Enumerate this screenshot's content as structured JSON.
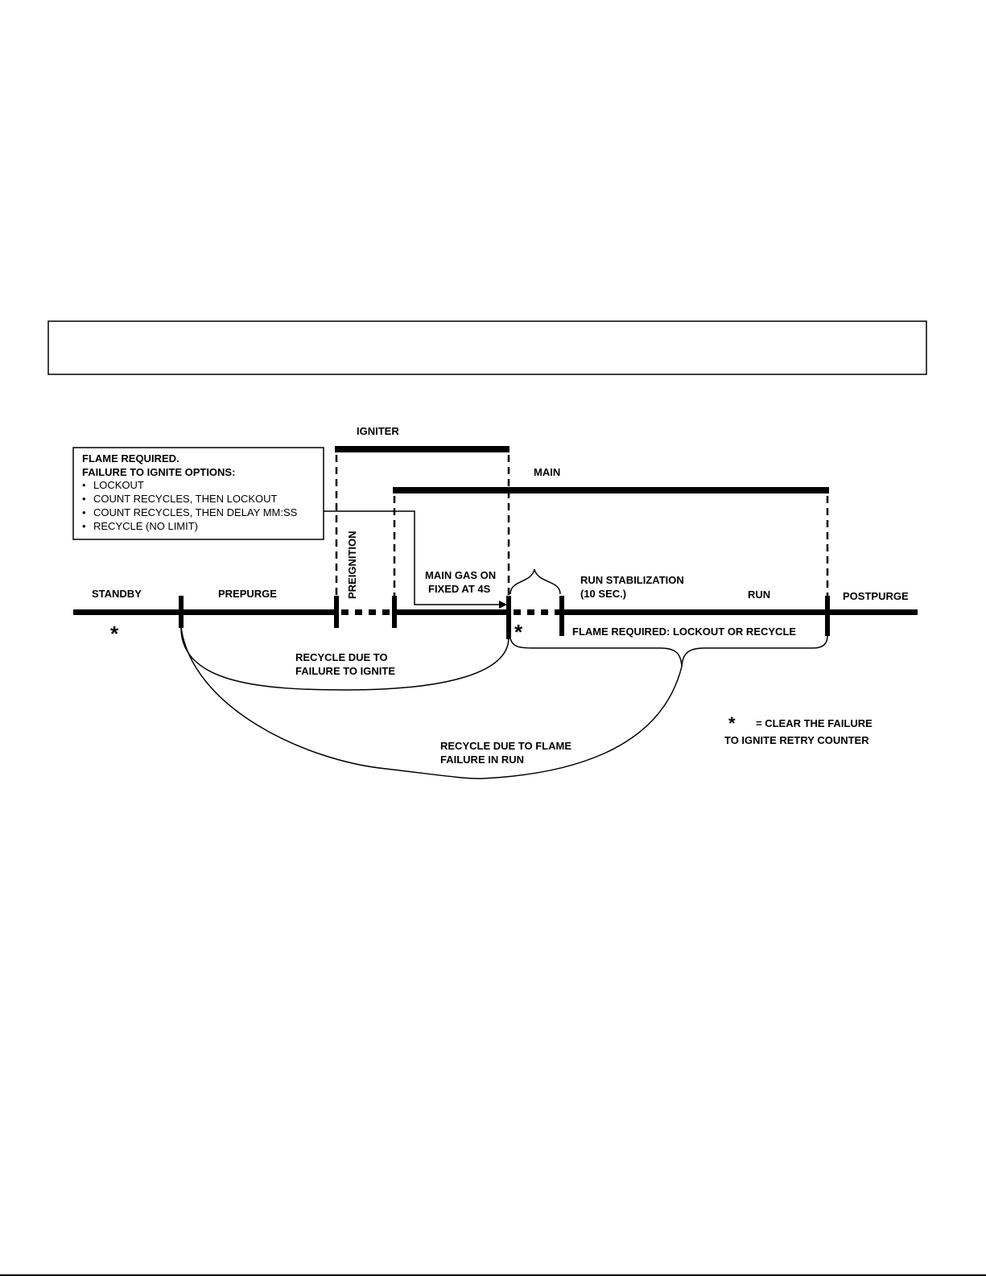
{
  "diagram": {
    "options_box": {
      "title1": "FLAME REQUIRED.",
      "title2": "FAILURE TO IGNITE OPTIONS:",
      "items": [
        "LOCKOUT",
        "COUNT RECYCLES, THEN LOCKOUT",
        "COUNT RECYCLES, THEN DELAY MM:SS",
        "RECYCLE (NO LIMIT)"
      ],
      "bullet": "•"
    },
    "signals": {
      "igniter": "IGNITER",
      "main": "MAIN"
    },
    "phases": {
      "standby": "STANDBY",
      "prepurge": "PREPURGE",
      "preignition": "PREIGNITION",
      "main_gas_1": "MAIN GAS ON",
      "main_gas_2": "FIXED AT 4S",
      "run_stab_1": "RUN STABILIZATION",
      "run_stab_2": "(10 SEC.)",
      "run": "RUN",
      "postpurge": "POSTPURGE"
    },
    "flame_required_run": "FLAME REQUIRED: LOCKOUT OR RECYCLE",
    "recycle_ignite_1": "RECYCLE DUE TO",
    "recycle_ignite_2": "FAILURE TO IGNITE",
    "recycle_flame_1": "RECYCLE DUE TO FLAME",
    "recycle_flame_2": "FAILURE IN RUN",
    "asterisk": "*",
    "legend_1": "= CLEAR THE FAILURE",
    "legend_2": "TO IGNITE RETRY COUNTER"
  }
}
